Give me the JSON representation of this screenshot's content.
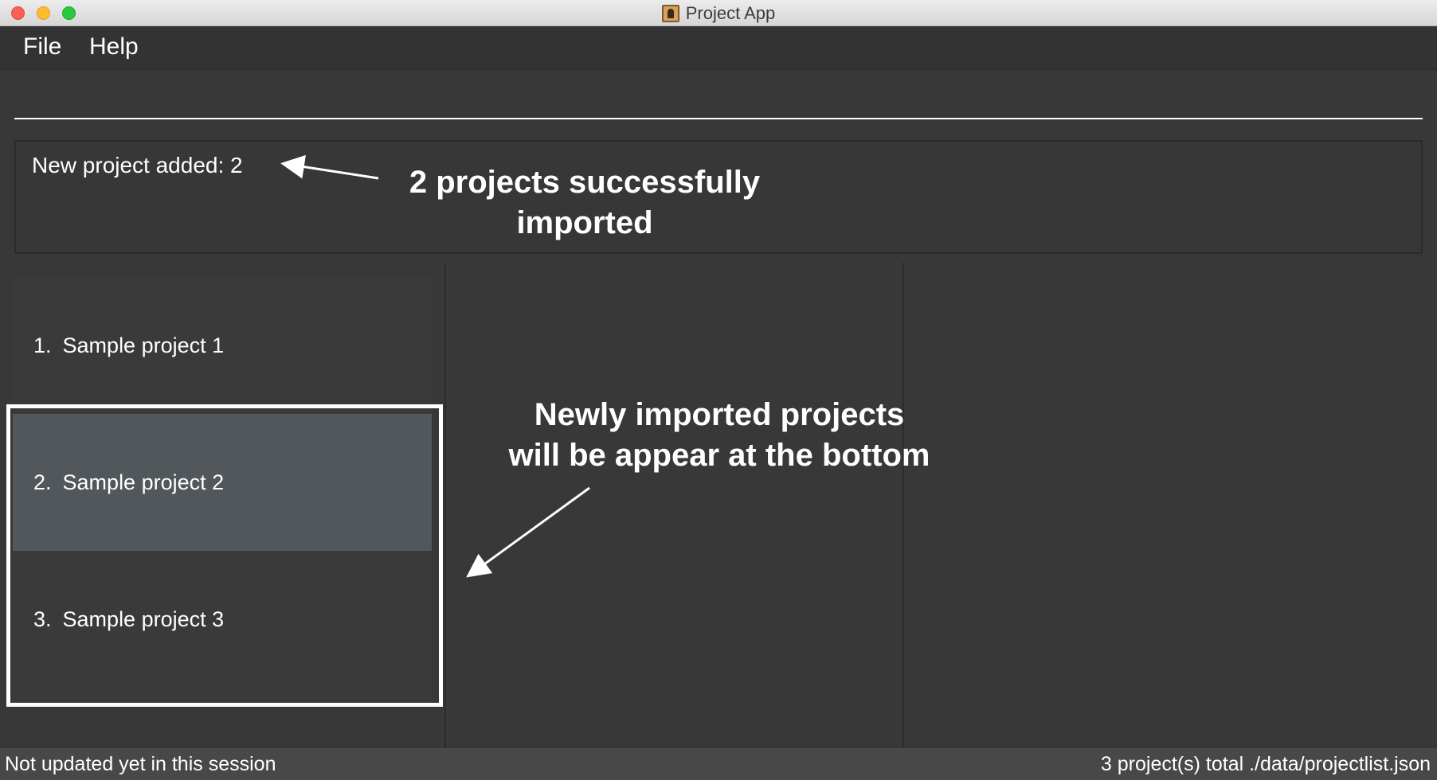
{
  "window": {
    "title": "Project App"
  },
  "menu": {
    "items": [
      "File",
      "Help"
    ]
  },
  "command_box": {
    "value": ""
  },
  "result": {
    "text": "New project added: 2"
  },
  "project_list": {
    "items": [
      {
        "index": "1.",
        "name": "Sample project 1",
        "selected": false
      },
      {
        "index": "2.",
        "name": "Sample project 2",
        "selected": true
      },
      {
        "index": "3.",
        "name": "Sample project 3",
        "selected": false
      }
    ]
  },
  "status_bar": {
    "left": "Not updated yet in this session",
    "right": "3 project(s) total  ./data/projectlist.json"
  },
  "annotations": {
    "import_note": [
      "2 projects successfully",
      "imported"
    ],
    "bottom_note": [
      "Newly imported projects",
      "will be appear at the bottom"
    ]
  },
  "colors": {
    "background": "#383838",
    "selected_item": "#51575a",
    "annotation": "#ffffff"
  }
}
